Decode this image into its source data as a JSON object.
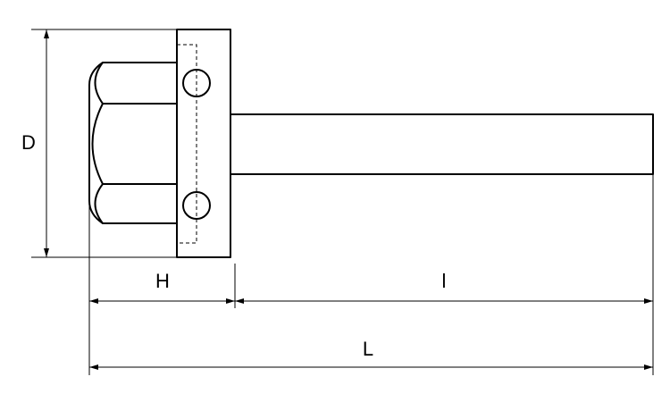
{
  "labels": {
    "diameter": "D",
    "head_height": "H",
    "shank_length": "l",
    "overall_length": "L"
  },
  "colors": {
    "line": "#000000",
    "background": "#ffffff"
  }
}
